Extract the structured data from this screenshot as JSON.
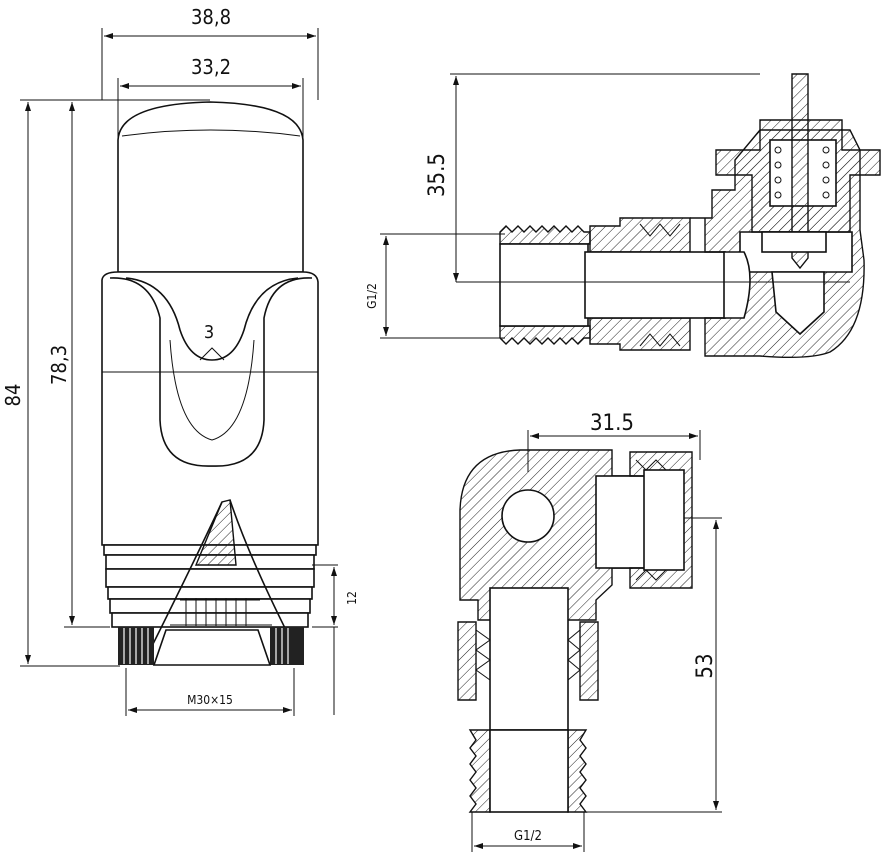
{
  "drawing": {
    "front_view": {
      "width_overall": "38,8",
      "width_cap": "33,2",
      "height_overall": "84",
      "height_body": "78,3",
      "knob_mark": "3",
      "thread_height": "12",
      "thread_spec": "M30×15"
    },
    "section_view": {
      "height": "35.5",
      "inlet_thread": "G1/2"
    },
    "elbow_view": {
      "width": "31.5",
      "height": "53",
      "thread": "G1/2"
    }
  }
}
